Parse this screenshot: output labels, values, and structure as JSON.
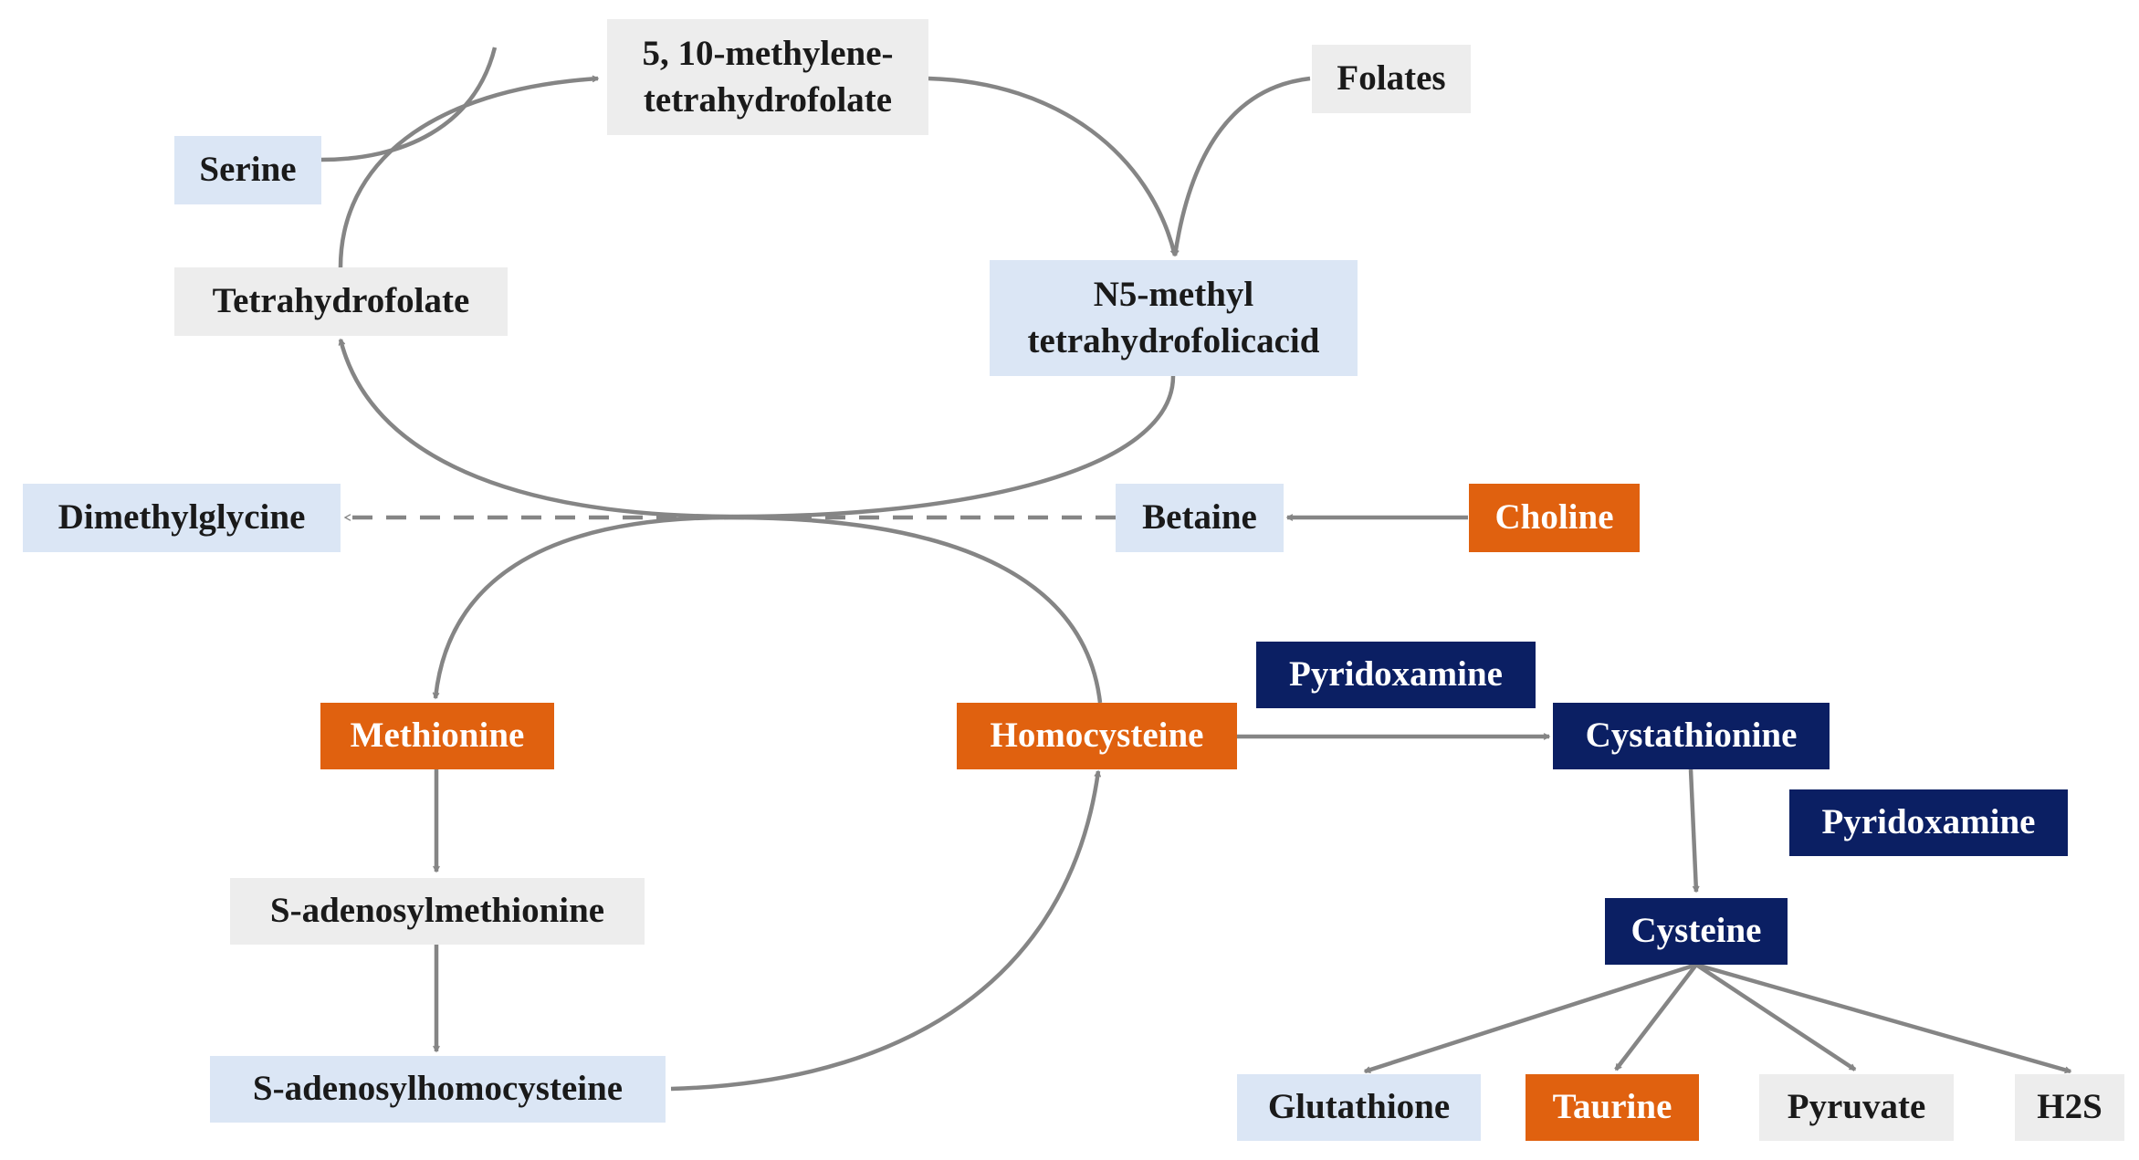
{
  "colors": {
    "gray_fill": "#ededed",
    "light_blue_fill": "#dbe6f5",
    "orange_fill": "#e0610f",
    "navy_fill": "#0b1f63",
    "arrow": "#858585"
  },
  "nodes": {
    "methylene_thf": {
      "line1": "5, 10-methylene-",
      "line2": "tetrahydrofolate"
    },
    "folates": {
      "label": "Folates"
    },
    "serine": {
      "label": "Serine"
    },
    "tetrahydrofolate": {
      "label": "Tetrahydrofolate"
    },
    "n5_methyl": {
      "line1": "N5-methyl",
      "line2": "tetrahydrofolicacid"
    },
    "dimethylglycine": {
      "label": "Dimethylglycine"
    },
    "betaine": {
      "label": "Betaine"
    },
    "choline": {
      "label": "Choline"
    },
    "methionine": {
      "label": "Methionine"
    },
    "homocysteine": {
      "label": "Homocysteine"
    },
    "pyridoxamine_1": {
      "label": "Pyridoxamine"
    },
    "cystathionine": {
      "label": "Cystathionine"
    },
    "pyridoxamine_2": {
      "label": "Pyridoxamine"
    },
    "sam": {
      "label": "S-adenosylmethionine"
    },
    "cysteine": {
      "label": "Cysteine"
    },
    "sah": {
      "label": "S-adenosylhomocysteine"
    },
    "glutathione": {
      "label": "Glutathione"
    },
    "taurine": {
      "label": "Taurine"
    },
    "pyruvate": {
      "label": "Pyruvate"
    },
    "h2s": {
      "label": "H2S"
    }
  }
}
